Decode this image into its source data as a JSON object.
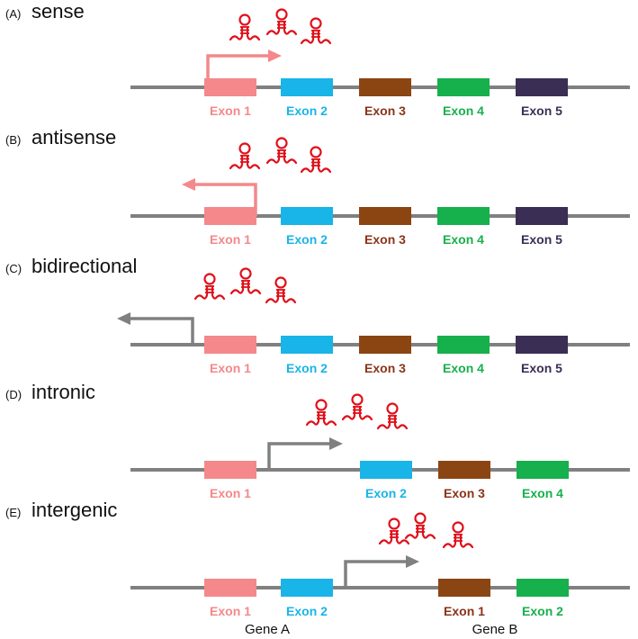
{
  "colors": {
    "line": "#808080",
    "arrow_pink": "#f4888a",
    "arrow_gray": "#808080",
    "rna": "#e0101a",
    "exon1": "#f4888a",
    "exon2": "#19b4e8",
    "exon3": "#8b4513",
    "exon4": "#16b04c",
    "exon5": "#3a2e55",
    "label_exon1": "#f4888a",
    "label_exon2": "#19b4e8",
    "label_exon3": "#8b3318",
    "label_exon4": "#16b04c",
    "label_exon5": "#3a2e55"
  },
  "panels": [
    {
      "id": "A",
      "label": "(A)",
      "title": "sense",
      "arrow": "right",
      "arrow_color": "pink",
      "exons": [
        {
          "label": "Exon 1",
          "color": "exon1"
        },
        {
          "label": "Exon 2",
          "color": "exon2"
        },
        {
          "label": "Exon 3",
          "color": "exon3"
        },
        {
          "label": "Exon 4",
          "color": "exon4"
        },
        {
          "label": "Exon 5",
          "color": "exon5"
        }
      ]
    },
    {
      "id": "B",
      "label": "(B)",
      "title": "antisense",
      "arrow": "left",
      "arrow_color": "pink",
      "exons": [
        {
          "label": "Exon 1",
          "color": "exon1"
        },
        {
          "label": "Exon 2",
          "color": "exon2"
        },
        {
          "label": "Exon 3",
          "color": "exon3"
        },
        {
          "label": "Exon 4",
          "color": "exon4"
        },
        {
          "label": "Exon 5",
          "color": "exon5"
        }
      ]
    },
    {
      "id": "C",
      "label": "(C)",
      "title": "bidirectional",
      "arrow": "left",
      "arrow_color": "gray",
      "exons": [
        {
          "label": "Exon 1",
          "color": "exon1"
        },
        {
          "label": "Exon 2",
          "color": "exon2"
        },
        {
          "label": "Exon 3",
          "color": "exon3"
        },
        {
          "label": "Exon 4",
          "color": "exon4"
        },
        {
          "label": "Exon 5",
          "color": "exon5"
        }
      ]
    },
    {
      "id": "D",
      "label": "(D)",
      "title": "intronic",
      "arrow": "right",
      "arrow_color": "gray",
      "exons": [
        {
          "label": "Exon 1",
          "color": "exon1"
        },
        {
          "label": "Exon 2",
          "color": "exon2"
        },
        {
          "label": "Exon 3",
          "color": "exon3"
        },
        {
          "label": "Exon 4",
          "color": "exon4"
        }
      ]
    },
    {
      "id": "E",
      "label": "(E)",
      "title": "intergenic",
      "arrow": "right",
      "arrow_color": "gray",
      "exons": [
        {
          "label": "Exon 1",
          "color": "exon1"
        },
        {
          "label": "Exon 2",
          "color": "exon2"
        },
        {
          "label": "Exon 1",
          "color": "exon3"
        },
        {
          "label": "Exon 2",
          "color": "exon4"
        }
      ],
      "gene_labels": [
        "Gene A",
        "Gene B"
      ]
    }
  ]
}
